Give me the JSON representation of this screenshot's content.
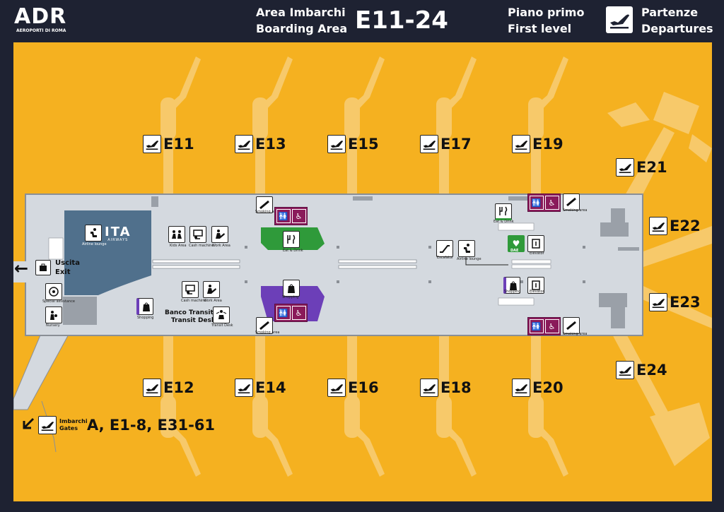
{
  "header": {
    "logo": "ADR",
    "logo_sub": "AEROPORTI DI ROMA",
    "area_it": "Area Imbarchi",
    "area_en": "Boarding Area",
    "gates_range": "E11-24",
    "level_it": "Piano primo",
    "level_en": "First level",
    "dep_it": "Partenze",
    "dep_en": "Departures"
  },
  "gates": [
    "E11",
    "E13",
    "E15",
    "E17",
    "E19",
    "E21",
    "E22",
    "E23",
    "E24",
    "E12",
    "E14",
    "E16",
    "E18",
    "E20"
  ],
  "exit": {
    "it": "Uscita",
    "en": "Exit"
  },
  "transit": {
    "it": "Banco Transiti",
    "en": "Transit Desk"
  },
  "other_gates": {
    "it": "Imbarchi",
    "en": "Gates",
    "list": "A, E1-8, E31-61"
  },
  "brand": {
    "name": "ITA",
    "sub": "AIRWAYS"
  },
  "labels": {
    "airline_lounge": "Airline lounge",
    "kids_area": "Kids Area",
    "cash_machine": "Cash machine",
    "work_area": "Work Area",
    "smoking_area": "Smoking area",
    "eat_drink": "Eat & Drink",
    "shopping": "Shopping",
    "escalator": "Escalator",
    "elevator": "Elevator",
    "dae": "DAE",
    "special_assistance": "Special assistance",
    "nursery": "Nursery",
    "transit_desk": "Transit Desk"
  },
  "colors": {
    "background": "#1e2232",
    "apron": "#f5b120",
    "terminal": "#d4d9df",
    "pier": "#f7c96a",
    "lounge": "#50708c",
    "restroom": "#8a1a5a",
    "eat_zone": "#2f9a3a",
    "shop_zone": "#6c3fb8"
  }
}
